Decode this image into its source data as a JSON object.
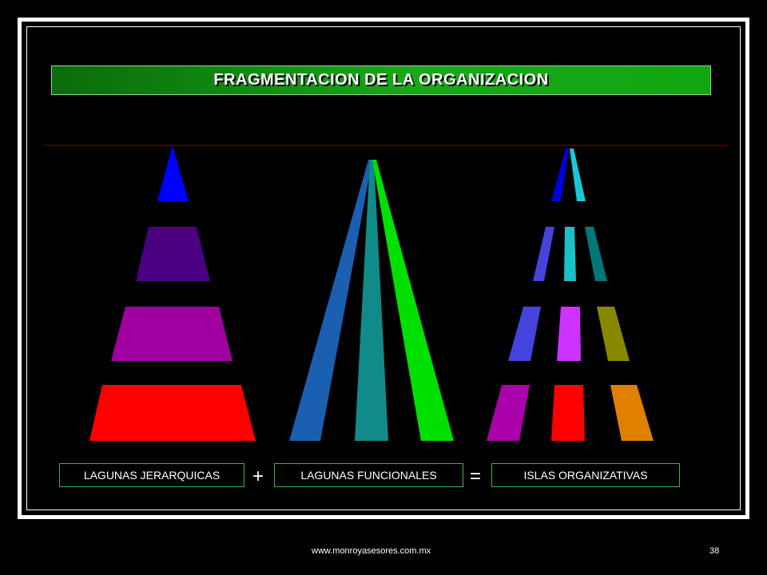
{
  "slide": {
    "title": "FRAGMENTACION DE LA ORGANIZACION",
    "labels": {
      "hierarchical": "LAGUNAS JERARQUICAS",
      "functional": "LAGUNAS FUNCIONALES",
      "islands": "ISLAS ORGANIZATIVAS"
    },
    "operators": {
      "plus": "+",
      "equals": "="
    },
    "footer_url": "www.monroyasesores.com.mx",
    "page_number": "38"
  },
  "colors": {
    "background": "#000000",
    "frame": "#ffffff",
    "banner_green": "#17a817",
    "guide_line": "#8b0000",
    "hierarchy_levels": [
      "#0000ff",
      "#4b0082",
      "#a000a0",
      "#ff0000"
    ],
    "functional_columns": [
      "#1a5fb0",
      "#118a8a",
      "#00e000"
    ],
    "island_colors": [
      [
        "#0000dd",
        "#18c8d8"
      ],
      [
        "#4444dd",
        "#18c0c8",
        "#007878"
      ],
      [
        "#4444dd",
        "#cc33ff",
        "#888800"
      ],
      [
        "#aa00aa",
        "#ff0000",
        "#e08000"
      ]
    ]
  }
}
